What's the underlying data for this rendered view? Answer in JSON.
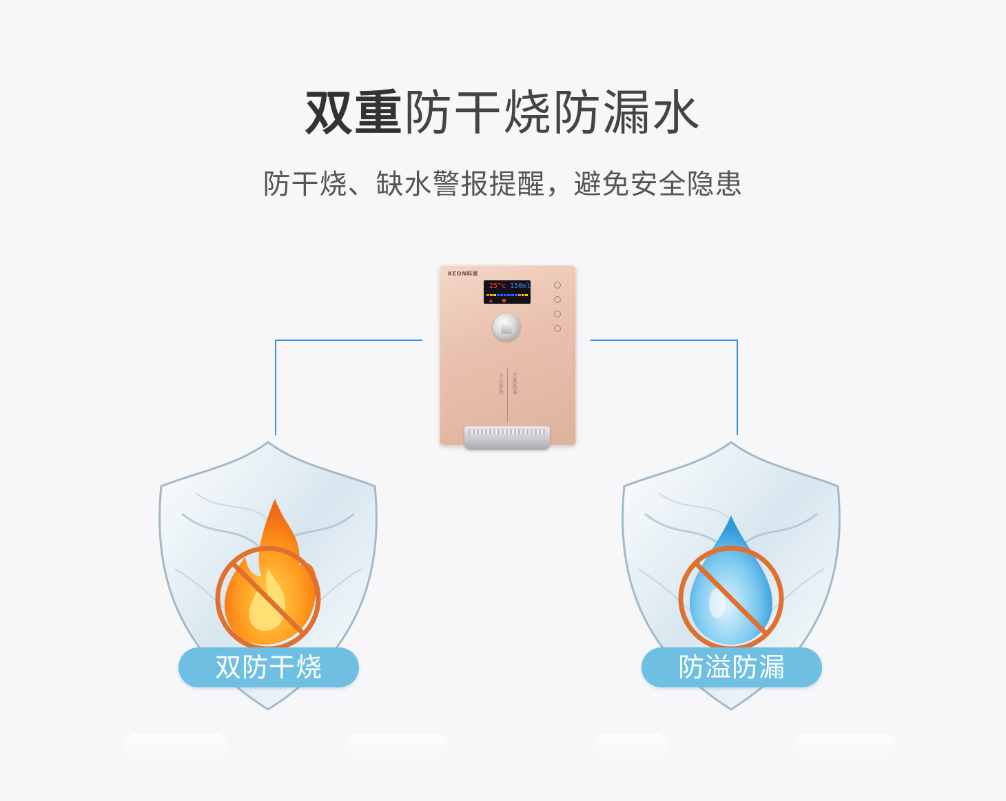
{
  "headline": {
    "bold": "双重",
    "light": "防干烧防漏水"
  },
  "subline": "防干烧、缺水警报提醒，避免安全隐患",
  "device": {
    "brand": "KEON科恩",
    "temperature": "25°c",
    "volume": "150ml",
    "warning_left": "小心烫伤",
    "warning_right": "注意高温"
  },
  "features": [
    {
      "label": "双防干烧",
      "icon": "fire-icon"
    },
    {
      "label": "防溢防漏",
      "icon": "water-drop-icon"
    }
  ],
  "colors": {
    "connector": "#3a8fd6",
    "pill": "#6fbfe2",
    "prohibit": "#e0702f",
    "device": "#e8c0ad"
  }
}
